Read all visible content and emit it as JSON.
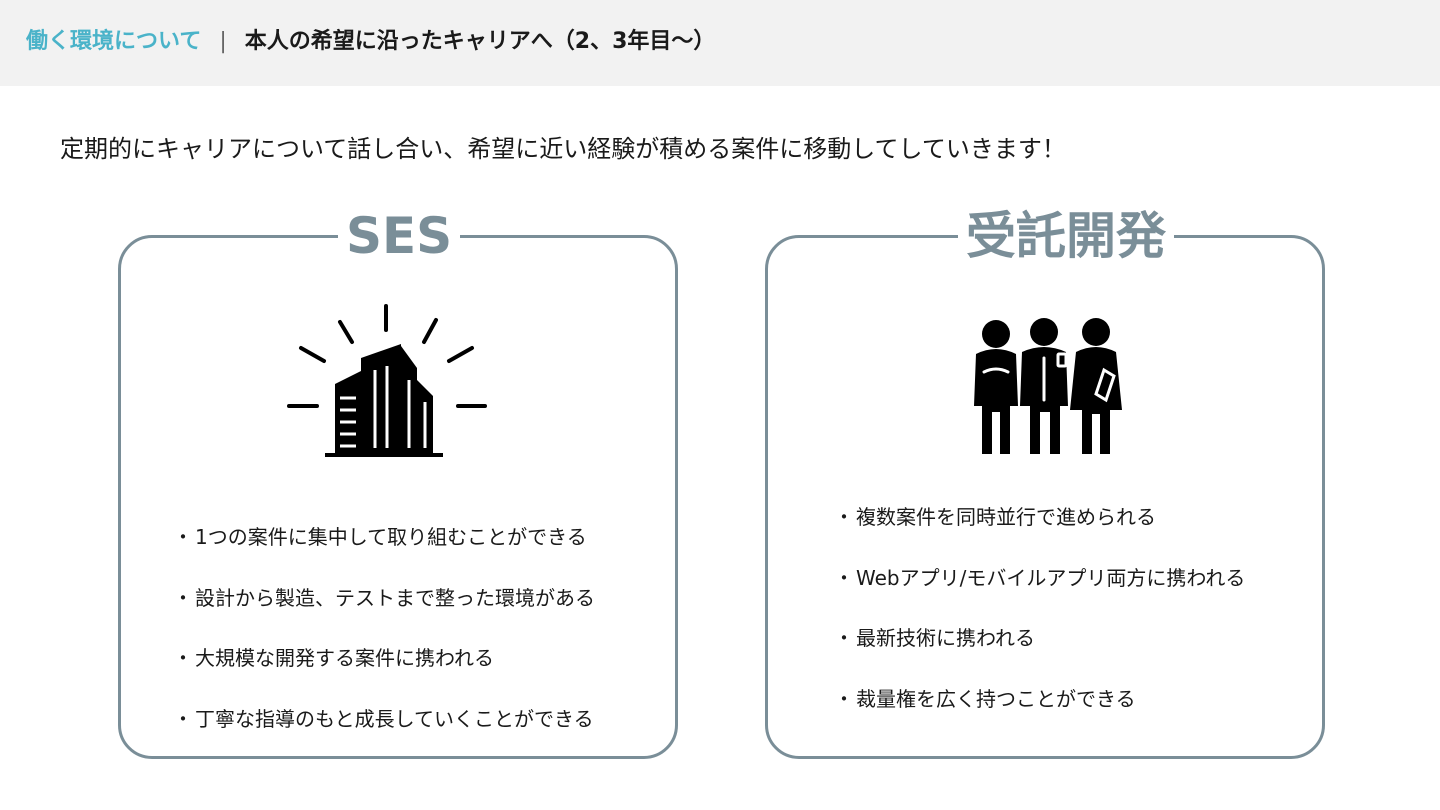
{
  "header": {
    "section_label": "働く環境について",
    "divider": "|",
    "page_title": "本人の希望に沿ったキャリアへ（2、3年目〜）"
  },
  "lead_text": "定期的にキャリアについて話し合い、希望に近い経験が積める案件に移動してしていきます！",
  "cards": [
    {
      "title": "SES",
      "icon": "office-building-icon",
      "bullet_mark": "・",
      "items": [
        "1つの案件に集中して取り組むことができる",
        "設計から製造、テストまで整った環境がある",
        "大規模な開発する案件に携われる",
        "丁寧な指導のもと成長していくことができる"
      ]
    },
    {
      "title": "受託開発",
      "icon": "team-people-icon",
      "bullet_mark": "・",
      "items": [
        "複数案件を同時並行で進められる",
        "Webアプリ/モバイルアプリ両方に携われる",
        "最新技術に携われる",
        "裁量権を広く持つことができる"
      ]
    }
  ],
  "colors": {
    "accent": "#4ab3c9",
    "card_border": "#7a8e98",
    "header_bg": "#f2f2f2",
    "text": "#1a1a1a"
  }
}
